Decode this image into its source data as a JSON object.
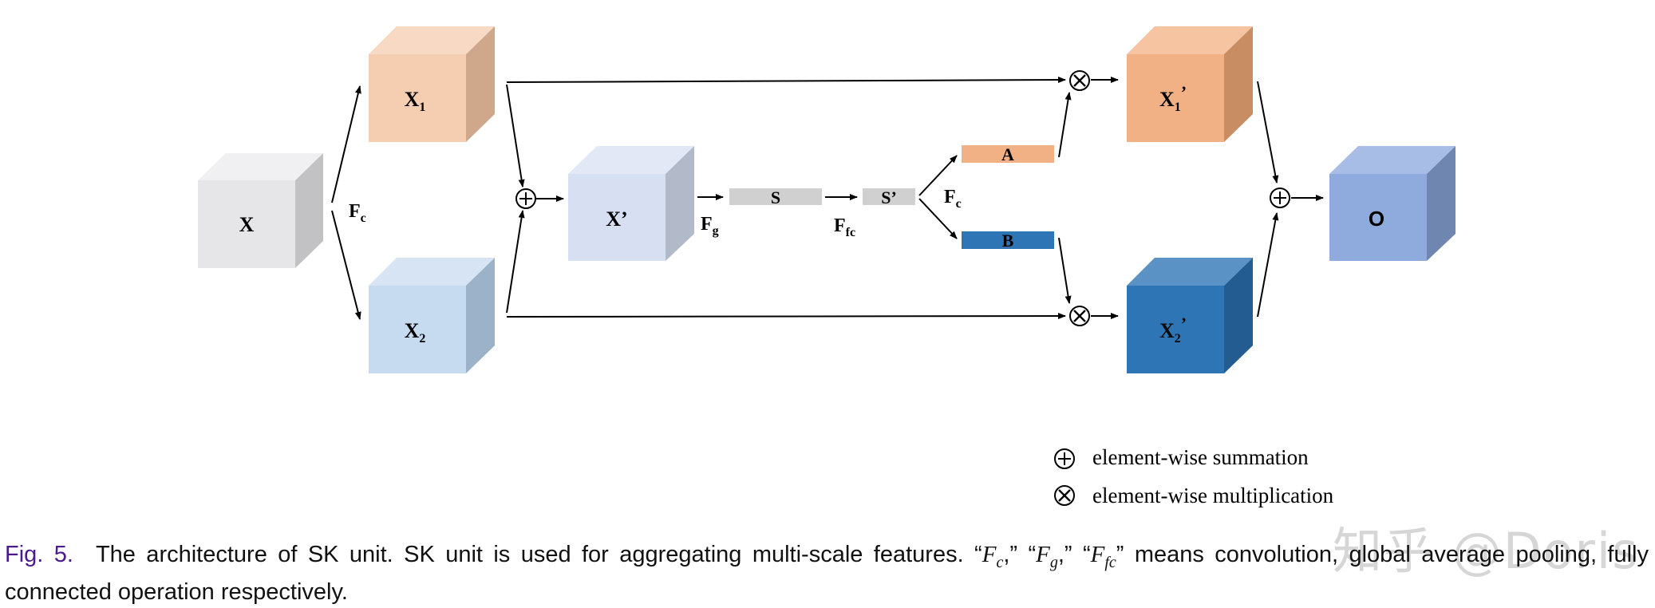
{
  "diagram": {
    "nodes": {
      "x": {
        "label": "X"
      },
      "x1": {
        "label": "X",
        "sub": "1"
      },
      "x2": {
        "label": "X",
        "sub": "2"
      },
      "xp": {
        "label": "X’"
      },
      "x1p": {
        "label": "X",
        "sub": "1",
        "prime": "’"
      },
      "x2p": {
        "label": "X",
        "sub": "2",
        "prime": "’"
      },
      "o": {
        "label": "O"
      },
      "s": {
        "label": "S"
      },
      "sp": {
        "label": "S’"
      },
      "a": {
        "label": "A"
      },
      "b": {
        "label": "B"
      }
    },
    "edge_labels": {
      "fc1": {
        "main": "F",
        "sub": "c"
      },
      "fg": {
        "main": "F",
        "sub": "g"
      },
      "ffc": {
        "main": "F",
        "sub": "fc"
      },
      "fc2": {
        "main": "F",
        "sub": "c"
      }
    },
    "colors": {
      "gray": "#e6e5e8",
      "peach_light": "#f5cdb0",
      "blue_light": "#c6dbef",
      "lavender": "#d7e0f2",
      "orange": "#f2b185",
      "blue_dark": "#2e75b6",
      "periwinkle": "#8faadc",
      "bar_gray": "#d0d0d0"
    }
  },
  "legend": {
    "sum_label": "element-wise summation",
    "mul_label": "element-wise multiplication"
  },
  "caption": {
    "fig": "Fig. 5.",
    "text": "The architecture of SK unit. SK unit is used for aggregating multi-scale features. “F_c,” “F_g,” “F_fc” means convolution, global average pooling, fully connected operation respectively."
  },
  "watermark": "知乎 @Doris"
}
